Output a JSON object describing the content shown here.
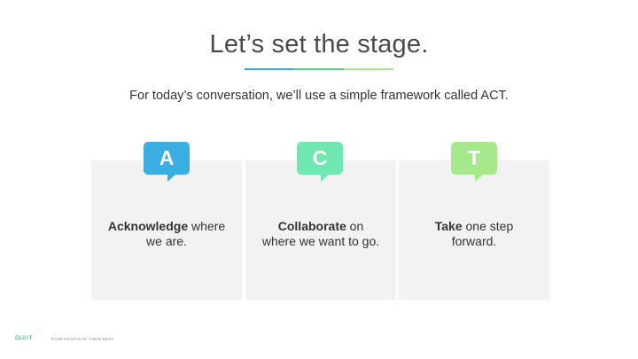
{
  "slide": {
    "title": "Let’s set the stage.",
    "subtitle": "For today’s conversation, we’ll use a simple framework called ACT.",
    "underline_colors": [
      "#3aaee0",
      "#5cd08a",
      "#a8e88a"
    ]
  },
  "cards": [
    {
      "letter": "A",
      "color": "#3aaee0",
      "bold": "Acknowledge",
      "line1_rest": " where",
      "line2": "we are."
    },
    {
      "letter": "C",
      "color": "#6ee8b0",
      "bold": "Collaborate",
      "line1_rest": " on",
      "line2": "where we want to go."
    },
    {
      "letter": "T",
      "color": "#a6e88c",
      "bold": "Take",
      "line1_rest": " one step",
      "line2": "forward."
    }
  ],
  "footer": {
    "logo_letters": [
      "G",
      "L",
      "I",
      "N",
      "T"
    ],
    "logo_colors": [
      "#5cc08a",
      "#5cc08a",
      "#3aaee0",
      "#a6d86a",
      "#3aaee0"
    ],
    "tagline": "YOUR PEOPLE AT THEIR BEST"
  }
}
